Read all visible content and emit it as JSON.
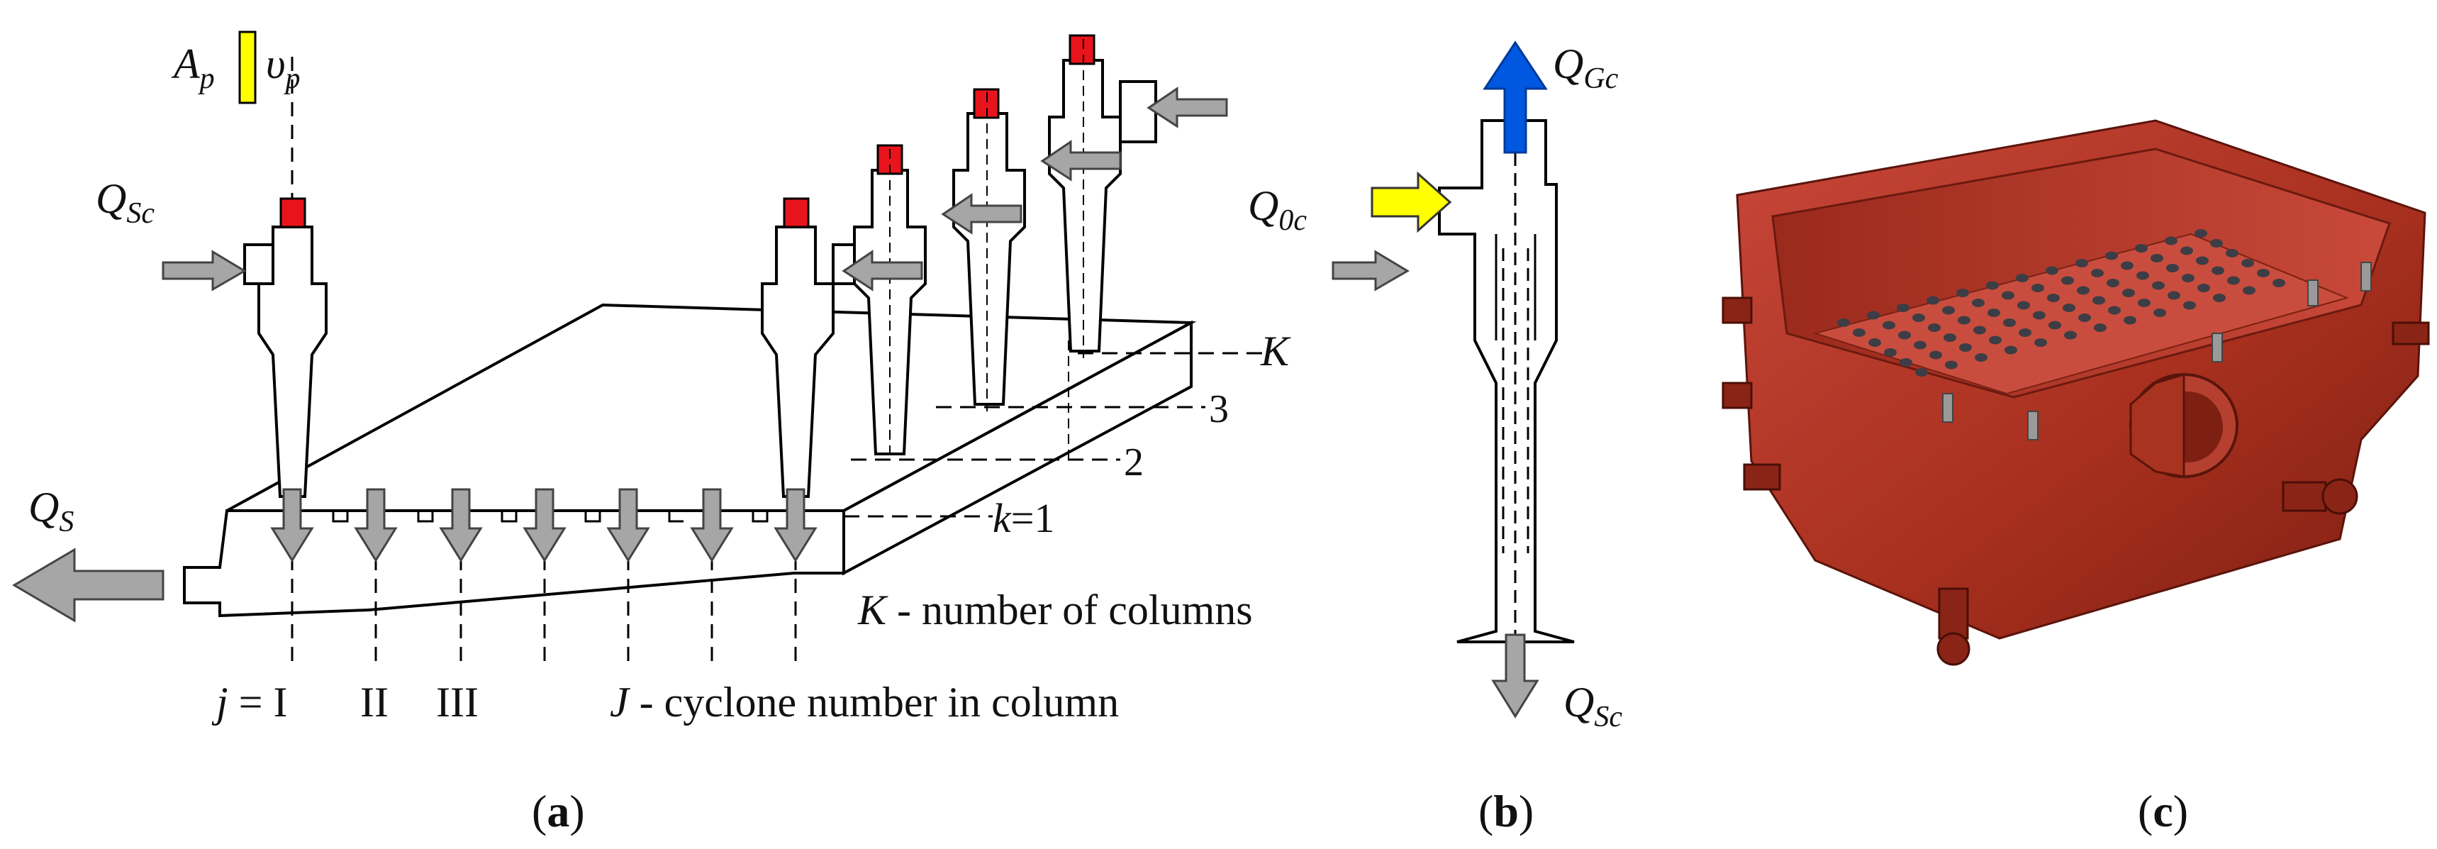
{
  "panel_a": {
    "caption_letter": "a",
    "label_Ap": "A",
    "label_Ap_sub": "p",
    "label_vp": "υ",
    "label_vp_sub": "p",
    "label_QSc": "Q",
    "label_QSc_sub": "Sc",
    "label_QS": "Q",
    "label_QS_sub": "S",
    "label_K": "K",
    "label_3": "3",
    "label_2": "2",
    "label_k1": "k",
    "label_k1_rest": "=1",
    "legend_K": "K - number of columns",
    "legend_K_sym": "K",
    "legend_K_rest": " - number of columns",
    "j_label_sym": "j",
    "j_label_eq": " = I",
    "roman_2": "II",
    "roman_3": "III",
    "legend_J_sym": "J",
    "legend_J_rest": " - cyclone number in column"
  },
  "panel_b": {
    "caption_letter": "b",
    "label_QGc": "Q",
    "label_QGc_sub": "Gc",
    "label_Q0c": "Q",
    "label_Q0c_sub": "0c",
    "label_QSc": "Q",
    "label_QSc_sub": "Sc"
  },
  "panel_c": {
    "caption_letter": "c"
  },
  "colors": {
    "cap_red": "#e8141c",
    "inlet_yellow": "#ffff00",
    "gas_blue": "#0057e0",
    "arrow_gray": "#a6a6a6",
    "body_red": "#b8392c"
  }
}
